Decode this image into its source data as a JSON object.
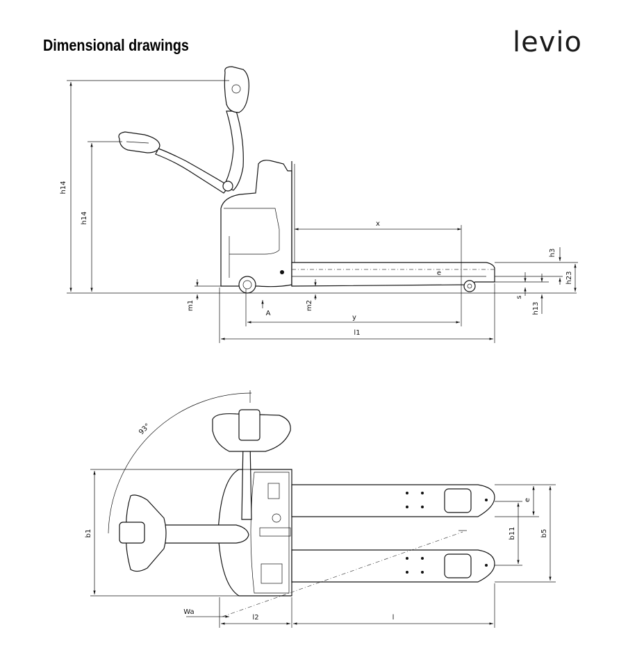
{
  "title": "Dimensional drawings",
  "logo": "levio",
  "side_view": {
    "labels": {
      "h14_outer": "h14",
      "h14_inner": "h14",
      "x": "x",
      "h3": "h3",
      "h23": "h23",
      "e": "e",
      "m1": "m1",
      "A": "A",
      "m2": "m2",
      "y": "y",
      "s": "s",
      "h13": "h13",
      "l1": "l1"
    }
  },
  "top_view": {
    "labels": {
      "angle": "93°",
      "b1": "b1",
      "e": "e",
      "b11": "b11",
      "b5": "b5",
      "Wa": "Wa",
      "l2": "l2",
      "l": "l"
    }
  }
}
